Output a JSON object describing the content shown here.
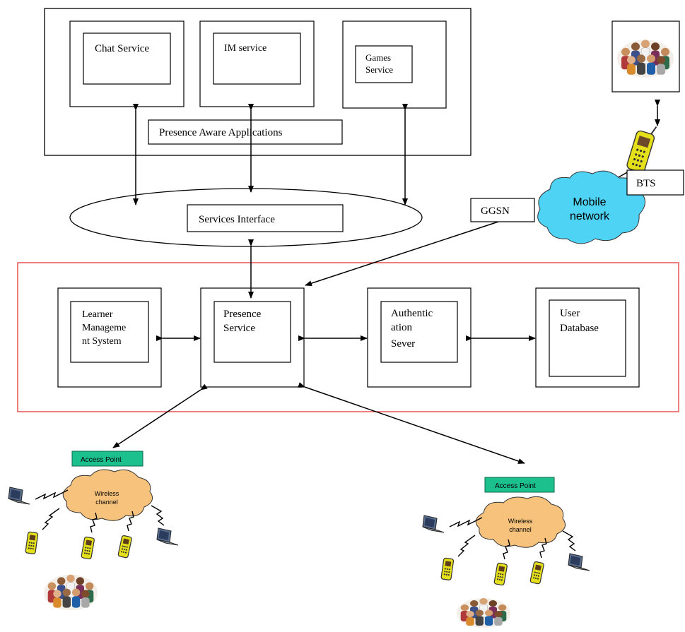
{
  "apps": {
    "chat": "Chat Service",
    "im": "IM service",
    "games_line1": "Games",
    "games_line2": "Service",
    "presence_aware": "Presence Aware Applications"
  },
  "services_interface": "Services Interface",
  "core": {
    "lms_line1": "Learner",
    "lms_line2": "Manageme",
    "lms_line3": "nt System",
    "presence_line1": "Presence",
    "presence_line2": "Service",
    "auth_line1": "Authentic",
    "auth_line2": "ation",
    "auth_line3": "Sever",
    "userdb_line1": "User",
    "userdb_line2": "Database"
  },
  "mobile": {
    "ggsn": "GGSN",
    "bts": "BTS",
    "cloud_line1": "Mobile",
    "cloud_line2": "network"
  },
  "wireless": {
    "access_point": "Access Point",
    "cloud_line1": "Wireless",
    "cloud_line2": "channel"
  },
  "colors": {
    "frame_red": "#e53935",
    "mobile_cloud": "#4fd3f5",
    "wireless_cloud": "#f6c27c",
    "access_point": "#1bc08c",
    "phone": "#e6e01a"
  }
}
